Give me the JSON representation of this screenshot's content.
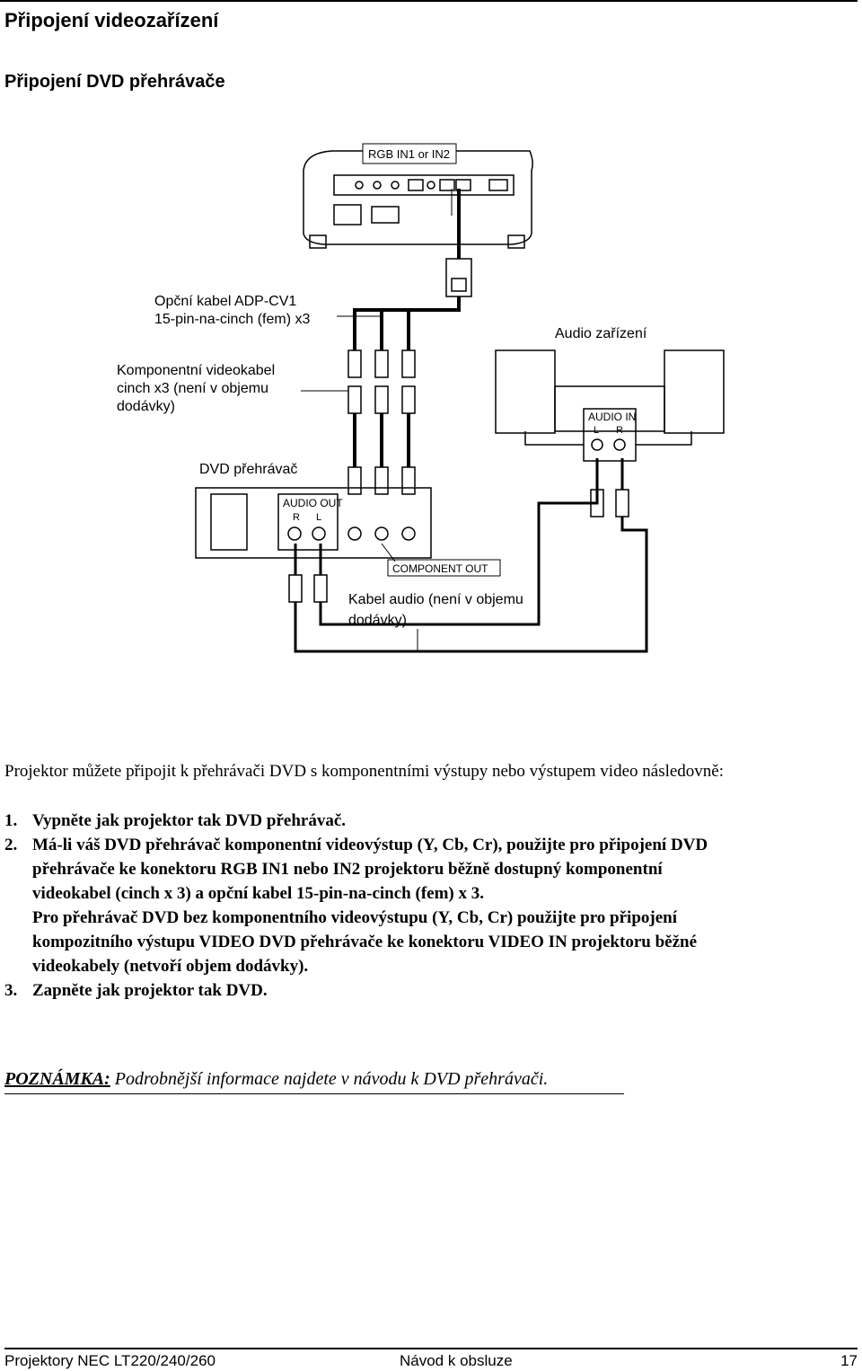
{
  "header": {
    "title": "Připojení videozařízení",
    "section_title": "Připojení DVD přehrávače"
  },
  "diagram": {
    "rgb_label": "RGB IN1 or IN2",
    "option_cable_line1": "Opční kabel ADP-CV1",
    "option_cable_line2": "15-pin-na-cinch (fem) x3",
    "audio_device": "Audio zařízení",
    "component_cable_line1": "Komponentní videokabel",
    "component_cable_line2": "cinch x3 (není v objemu",
    "component_cable_line3": "dodávky)",
    "audio_in": "AUDIO IN",
    "audio_in_l": "L",
    "audio_in_r": "R",
    "dvd_player": "DVD přehrávač",
    "audio_out": "AUDIO OUT",
    "audio_out_r": "R",
    "audio_out_l": "L",
    "component_out": "COMPONENT OUT",
    "audio_cable_line1": "Kabel audio (není v objemu",
    "audio_cable_line2": "dodávky)"
  },
  "body": {
    "intro": "Projektor můžete připojit k přehrávači DVD s komponentními výstupy nebo výstupem video následovně:",
    "steps": [
      {
        "num": "1.",
        "lines": [
          "Vypněte jak projektor tak DVD přehrávač."
        ]
      },
      {
        "num": "2.",
        "lines": [
          "Má-li váš DVD přehrávač komponentní videovýstup (Y, Cb, Cr), použijte pro připojení DVD",
          "přehrávače ke konektoru RGB IN1 nebo IN2 projektoru běžně dostupný komponentní",
          "videokabel  (cinch x 3) a opční kabel 15-pin-na-cinch (fem) x 3.",
          "Pro přehrávač DVD bez komponentního videovýstupu (Y, Cb, Cr) použijte pro připojení",
          "kompozitního výstupu VIDEO DVD přehrávače ke konektoru VIDEO IN projektoru běžné",
          "videokabely (netvoří objem dodávky)."
        ]
      },
      {
        "num": "3.",
        "lines": [
          "Zapněte jak projektor tak DVD."
        ]
      }
    ]
  },
  "note": {
    "label": "POZNÁMKA:",
    "text": " Podrobnější informace najdete v návodu k DVD přehrávači."
  },
  "footer": {
    "left": "Projektory NEC LT220/240/260",
    "center": "Návod k obsluze",
    "page": "17"
  }
}
